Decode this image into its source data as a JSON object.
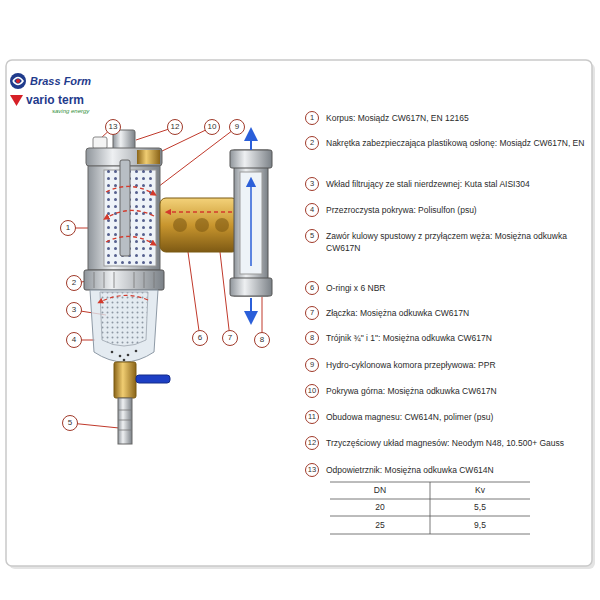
{
  "diagram": {
    "labels": [
      "Brass Form",
      "vario term",
      "saving energy",
      "13",
      "12",
      "10",
      "9",
      "1",
      "2",
      "3",
      "4",
      "5",
      "6",
      "7",
      "8",
      "1",
      "Korpus: Mosiądz CW617N, EN 12165",
      "2",
      "Nakrętka zabezpieczająca plastikową osłonę: Mosiądz CW617N, EN",
      "3",
      "Wkład filtrujący ze stali nierdzewnej: Kuta stal AISI304",
      "4",
      "Przezroczysta pokrywa: Polisulfon (psu)",
      "5",
      "Zawór kulowy spustowy z przyłączem węża: Mosiężna odkuwka CW617N",
      "6",
      "O-ringi x 6 NBR",
      "7",
      "Złączka: Mosiężna odkuwka CW617N",
      "8",
      "Trójnik ¾\" i 1\": Mosiężna odkuwka CW617N",
      "9",
      "Hydro-cyklonowa komora przepływowa: PPR",
      "10",
      "Pokrywa górna: Mosiężna odkuwka CW617N",
      "11",
      "Obudowa magnesu: CW614N, polimer (psu)",
      "12",
      "Trzyczęściowy układ magnesów: Neodym N48, 10.500+ Gauss",
      "13",
      "Odpowietrznik: Mosiężna odkuwka CW614N",
      "DN",
      "Kv",
      "20",
      "5,5",
      "25",
      "9,5"
    ]
  }
}
